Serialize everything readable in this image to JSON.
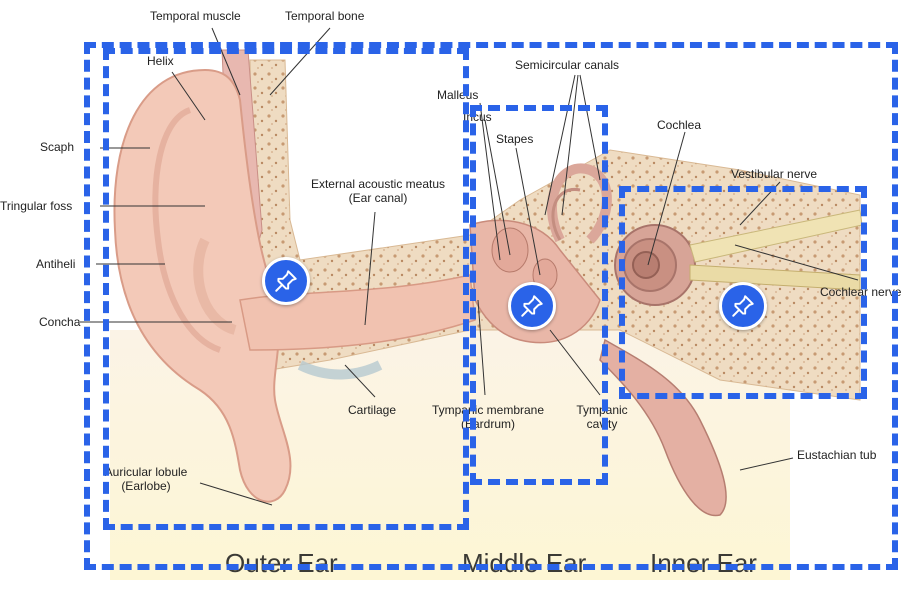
{
  "labels": {
    "temporal_muscle": "Temporal muscle",
    "temporal_bone": "Temporal bone",
    "helix": "Helix",
    "scapha": "Scaph",
    "triangular_fossa": "Tringular foss",
    "antihelix": "Antiheli",
    "concha": "Concha",
    "external_meatus_1": "External acoustic meatus",
    "external_meatus_2": "(Ear canal)",
    "cartilage": "Cartilage",
    "lobule_1": "Auricular lobule",
    "lobule_2": "(Earlobe)",
    "malleus": "Malleus",
    "incus": "Incus",
    "stapes": "Stapes",
    "semicircular": "Semicircular canals",
    "cochlea": "Cochlea",
    "vestibular": "Vestibular nerve",
    "cochlear_nerve": "Cochlear nerve",
    "tympanic_membrane_1": "Tympanic membrane",
    "tympanic_membrane_2": "(Eardrum)",
    "tympanic_cavity_1": "Tympanic",
    "tympanic_cavity_2": "cavity",
    "eustachian": "Eustachian tub"
  },
  "sections": {
    "outer": "Outer Ear",
    "middle": "Middle Ear",
    "inner": "Inner Ear"
  },
  "colors": {
    "region_border": "#2a63e8",
    "pin_fill": "#2a63e8"
  },
  "pins": [
    {
      "region": "outer-ear",
      "icon": "pushpin-icon"
    },
    {
      "region": "middle-ear",
      "icon": "pushpin-icon"
    },
    {
      "region": "inner-ear",
      "icon": "pushpin-icon"
    }
  ]
}
